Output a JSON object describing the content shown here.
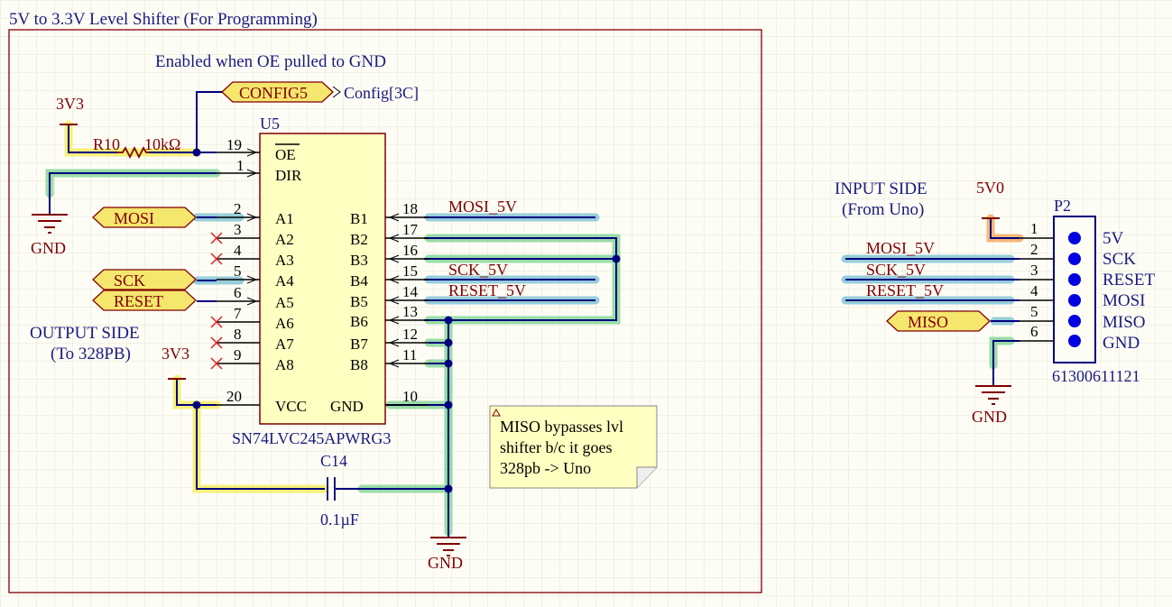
{
  "sheet": {
    "title": "5V to 3.3V Level Shifter (For Programming)",
    "enable_note": "Enabled when OE pulled to GND",
    "output_side": [
      "OUTPUT SIDE",
      "(To 328PB)"
    ],
    "input_side": [
      "INPUT SIDE",
      "(From Uno)"
    ],
    "note": [
      "MISO bypasses lvl",
      "shifter b/c it goes",
      "328pb -> Uno"
    ]
  },
  "u5": {
    "designator": "U5",
    "part": "SN74LVC245APWRG3",
    "left_pins": [
      {
        "num": "19",
        "name": "OE"
      },
      {
        "num": "1",
        "name": "DIR"
      },
      {
        "num": "2",
        "name": "A1"
      },
      {
        "num": "3",
        "name": "A2"
      },
      {
        "num": "4",
        "name": "A3"
      },
      {
        "num": "5",
        "name": "A4"
      },
      {
        "num": "6",
        "name": "A5"
      },
      {
        "num": "7",
        "name": "A6"
      },
      {
        "num": "8",
        "name": "A7"
      },
      {
        "num": "9",
        "name": "A8"
      },
      {
        "num": "20",
        "name": "VCC"
      }
    ],
    "right_pins": [
      {
        "num": "18",
        "name": "B1"
      },
      {
        "num": "17",
        "name": "B2"
      },
      {
        "num": "16",
        "name": "B3"
      },
      {
        "num": "15",
        "name": "B4"
      },
      {
        "num": "14",
        "name": "B5"
      },
      {
        "num": "13",
        "name": "B6"
      },
      {
        "num": "12",
        "name": "B7"
      },
      {
        "num": "11",
        "name": "B8"
      },
      {
        "num": "10",
        "name": "GND"
      }
    ]
  },
  "r10": {
    "designator": "R10",
    "value": "10kΩ"
  },
  "c14": {
    "designator": "C14",
    "value": "0.1µF"
  },
  "p2": {
    "designator": "P2",
    "part": "61300611121",
    "pins": [
      {
        "num": "1",
        "name": "5V"
      },
      {
        "num": "2",
        "name": "SCK"
      },
      {
        "num": "3",
        "name": "RESET"
      },
      {
        "num": "4",
        "name": "MOSI"
      },
      {
        "num": "5",
        "name": "MISO"
      },
      {
        "num": "6",
        "name": "GND"
      }
    ]
  },
  "ports": {
    "config5": "CONFIG5",
    "config_sheet": "Config[3C]",
    "mosi": "MOSI",
    "sck": "SCK",
    "reset": "RESET",
    "miso": "MISO"
  },
  "net_labels": {
    "mosi_5v": "MOSI_5V",
    "sck_5v": "SCK_5V",
    "reset_5v": "RESET_5V"
  },
  "power": {
    "v3v3": "3V3",
    "v5v0": "5V0",
    "gnd": "GND"
  }
}
